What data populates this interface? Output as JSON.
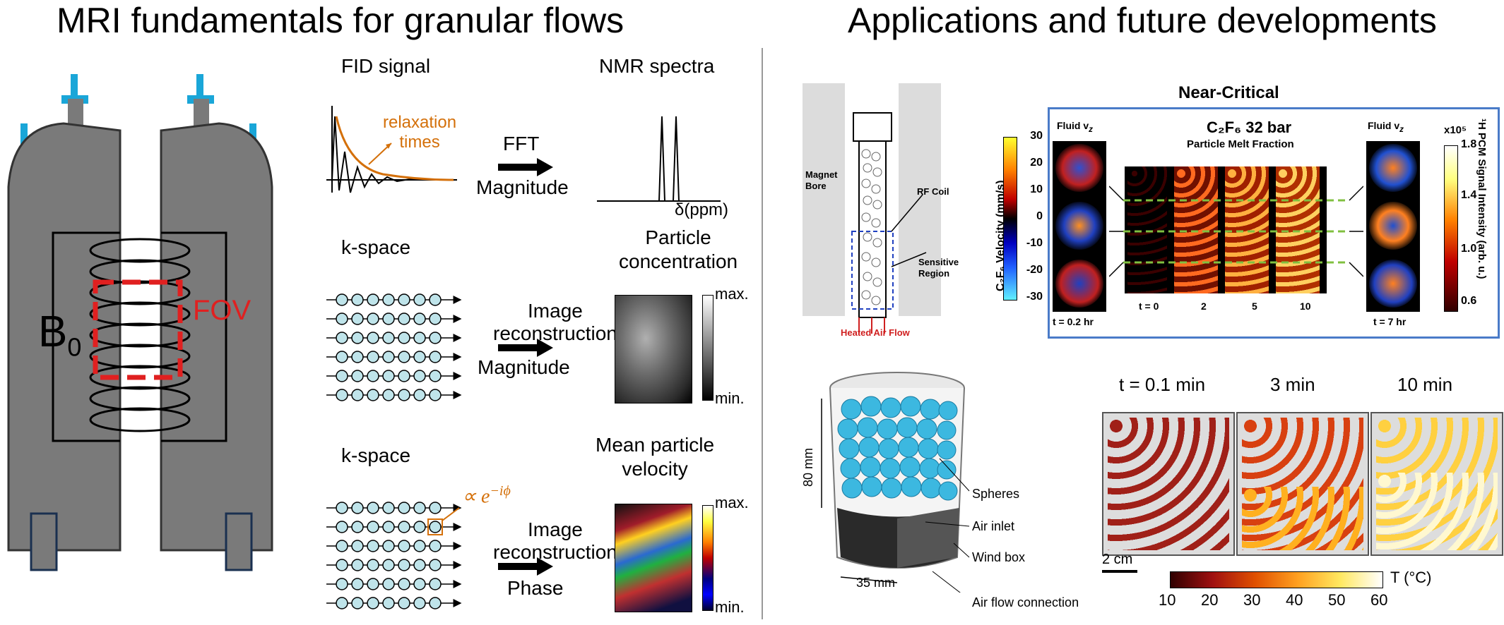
{
  "left": {
    "title": "MRI fundamentals for granular flows",
    "magnet": {
      "b0_main": "B",
      "b0_sub": "0",
      "fov": "FOV"
    },
    "row1": {
      "head_left": "FID signal",
      "head_right": "NMR spectra",
      "relax1": "relaxation",
      "relax2": "times",
      "op": "FFT",
      "op2": "Magnitude",
      "axis": "δ(ppm)"
    },
    "row2": {
      "head_left": "k-space",
      "head_right1": "Particle",
      "head_right2": "concentration",
      "op1": "Image",
      "op2": "reconstruction",
      "op3": "Magnitude",
      "cmax": "max.",
      "cmin": "min."
    },
    "row3": {
      "head_left": "k-space",
      "head_right1": "Mean particle",
      "head_right2": "velocity",
      "phase_base": "∝ e",
      "phase_exp": "−iϕ",
      "op1": "Image",
      "op2": "reconstruction",
      "op3": "Phase",
      "cmax": "max.",
      "cmin": "min."
    }
  },
  "right": {
    "title": "Applications and future developments",
    "reactor": {
      "bore": "Magnet",
      "bore2": "Bore",
      "rf": "RF Coil",
      "sens1": "Sensitive",
      "sens2": "Region",
      "air": "Heated Air Flow"
    },
    "near": {
      "title": "Near-Critical",
      "cbar_label": "C₂F₆ Velocity (mm/s)",
      "cbar_ticks": [
        "30",
        "20",
        "10",
        "0",
        "-10",
        "-20",
        "-30"
      ],
      "fluid_left": "Fluid v",
      "fluid_sub": "z",
      "fluid_right": "Fluid v",
      "t_left": "t = 0.2 hr",
      "t_right": "t = 7 hr",
      "center_title": "C₂F₆ 32 bar",
      "center_sub": "Particle Melt Fraction",
      "times": [
        "t = 0",
        "2",
        "5",
        "10"
      ],
      "right_cbar_label": "¹H PCM Signal Intensity (arb. u.)",
      "right_cbar_exp": "x10⁵",
      "right_cbar_ticks": [
        "1.8",
        "1.4",
        "1.0",
        "0.6"
      ]
    },
    "bed": {
      "height": "80 mm",
      "width": "35 mm",
      "spheres": "Spheres",
      "inlet": "Air inlet",
      "wind": "Wind box",
      "conn": "Air flow connection"
    },
    "temp": {
      "times": [
        "t = 0.1 min",
        "3 min",
        "10 min"
      ],
      "scale": "2 cm",
      "cbar_ticks": [
        "10",
        "20",
        "30",
        "40",
        "50",
        "60"
      ],
      "cbar_label": "T (°C)"
    }
  },
  "colors": {
    "orange": "#d4700a",
    "blue_frame": "#4a7bc8",
    "cyan": "#1aa6d8",
    "magnet_gray": "#7a7a7a",
    "fov_red": "#e02020",
    "sphere": "#3cb8e0"
  }
}
